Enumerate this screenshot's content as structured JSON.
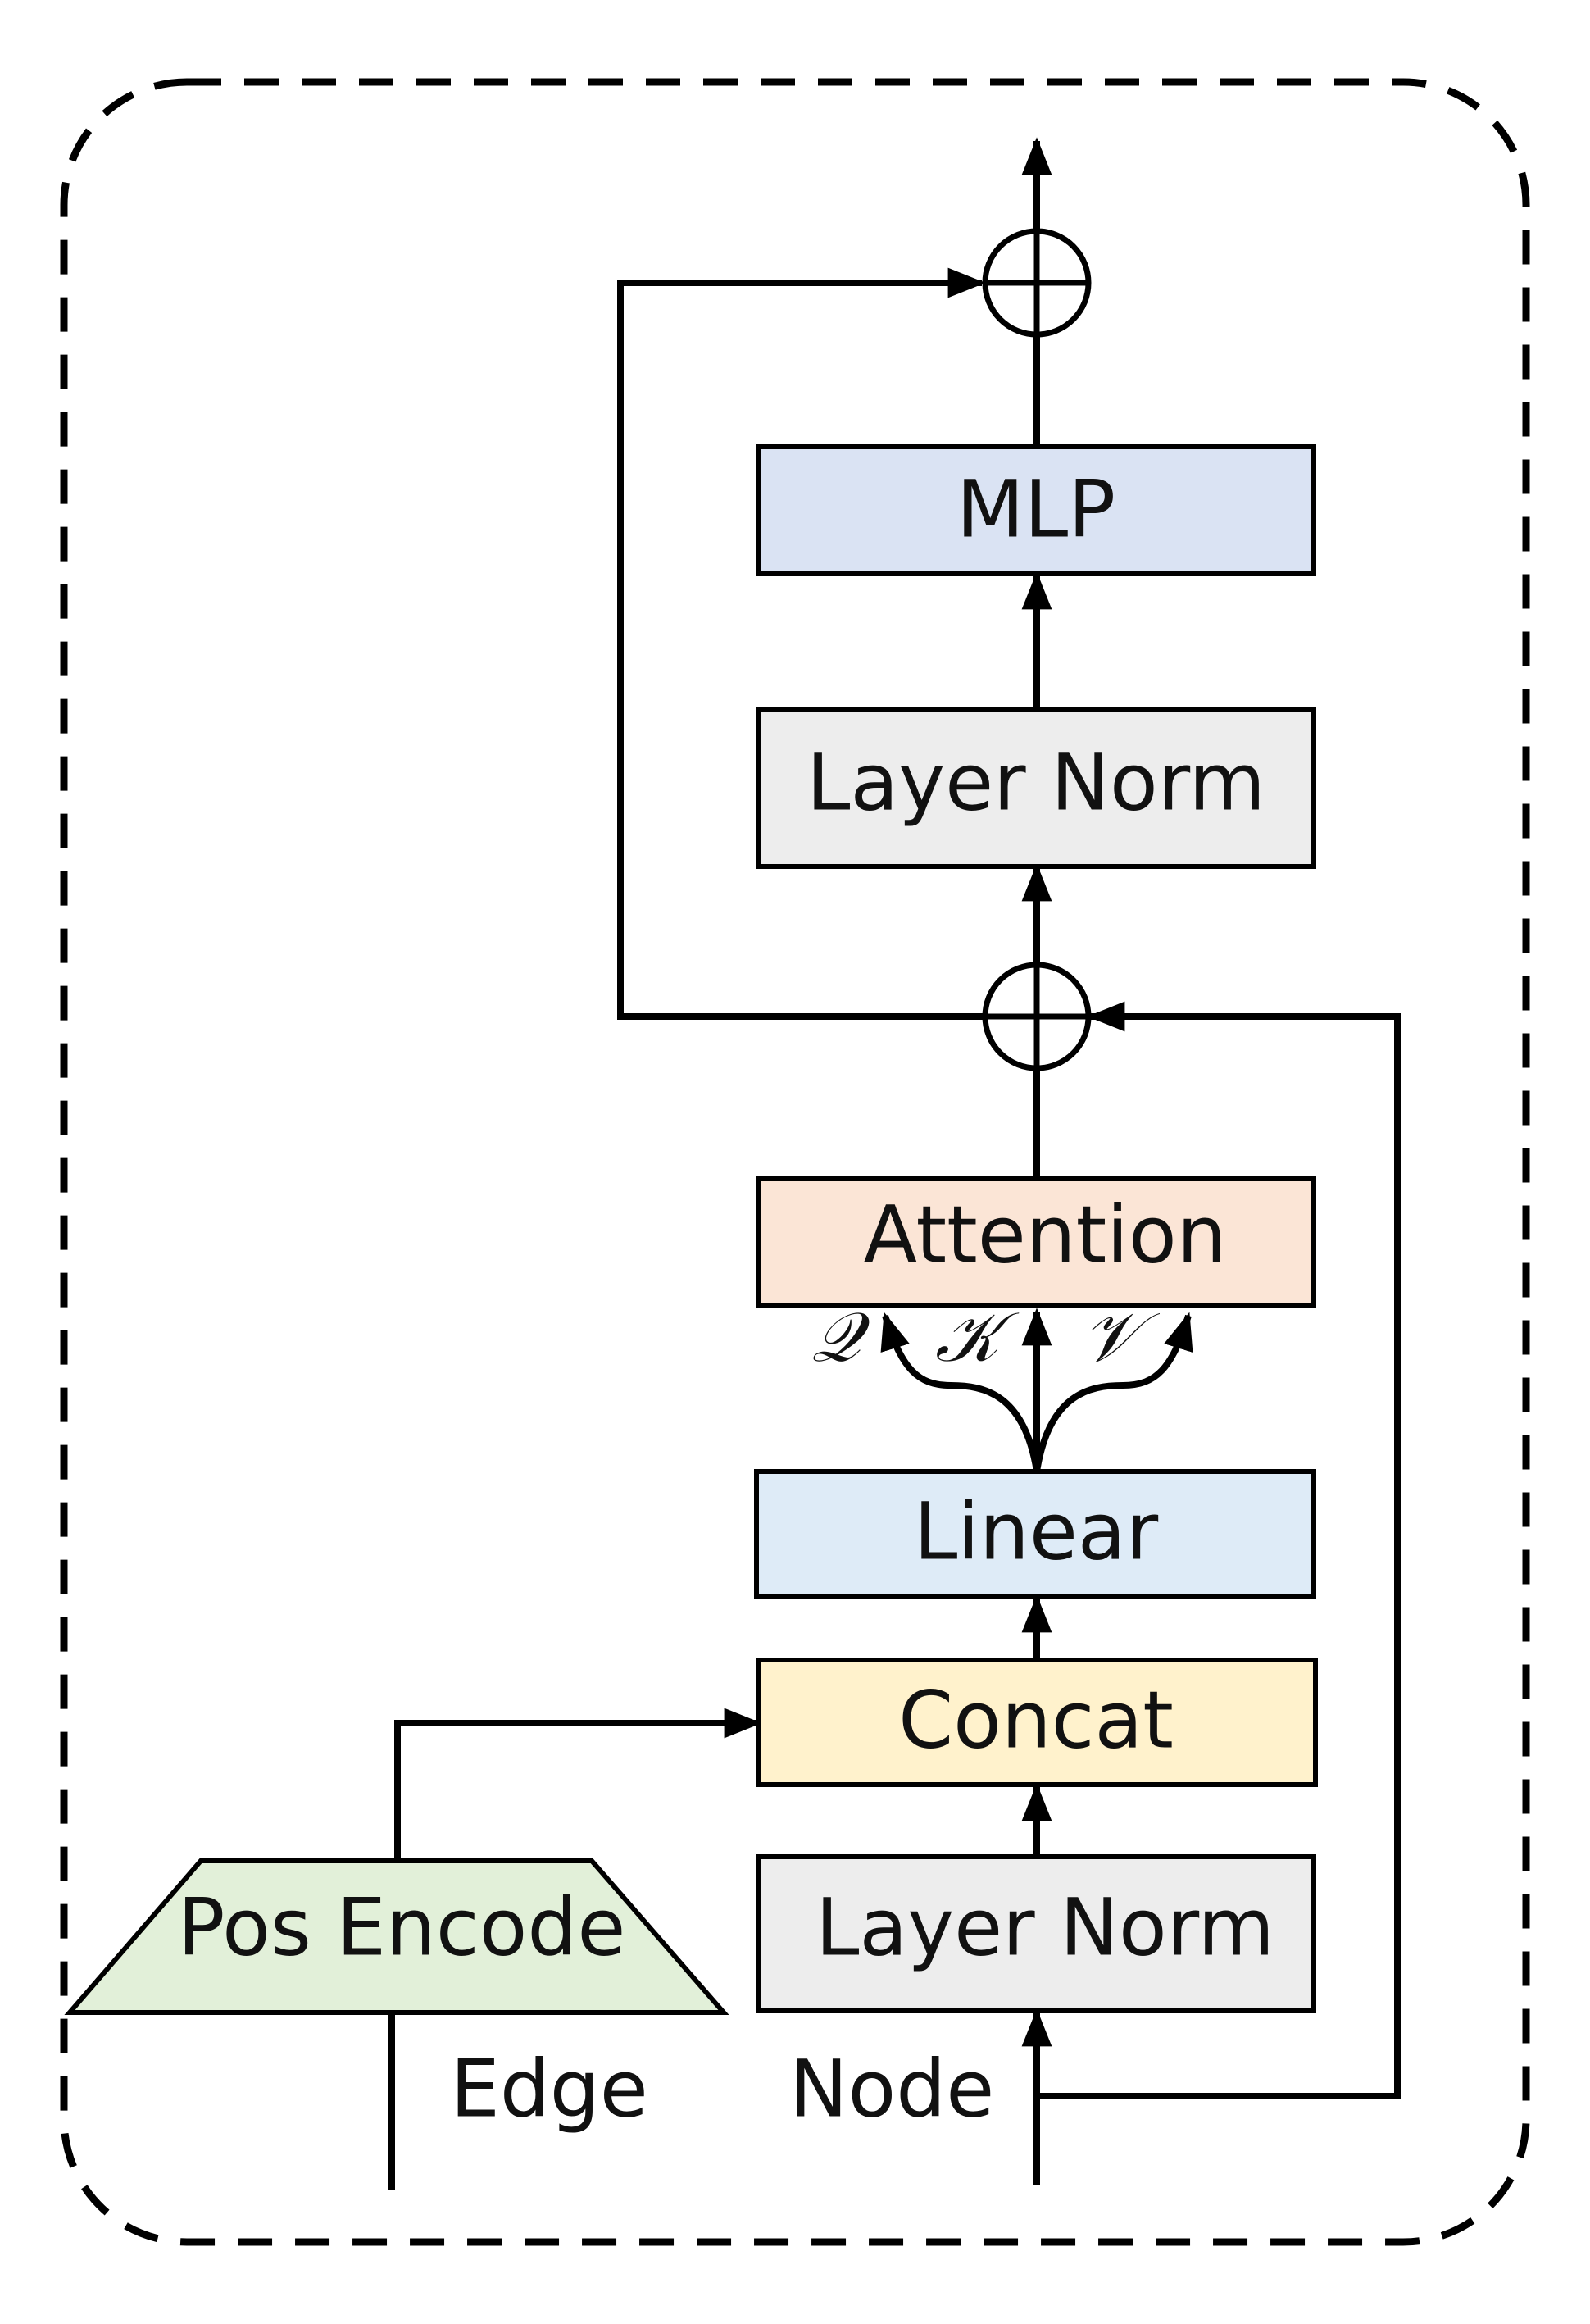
{
  "blocks": {
    "mlp": {
      "label": "MLP",
      "fill": "#DAE3F3"
    },
    "layer_norm_top": {
      "label": "Layer Norm",
      "fill": "#EDEDED"
    },
    "attention": {
      "label": "Attention",
      "fill": "#FBE5D6"
    },
    "linear": {
      "label": "Linear",
      "fill": "#DEEBF7"
    },
    "concat": {
      "label": "Concat",
      "fill": "#FFF2CC"
    },
    "layer_norm_bottom": {
      "label": "Layer Norm",
      "fill": "#EDEDED"
    },
    "pos_encode": {
      "label": "Pos Encode",
      "fill": "#E2F0D9"
    }
  },
  "qkv": {
    "q": "𝒬",
    "k": "𝒦",
    "v": "𝒱"
  },
  "inputs": {
    "edge": "Edge",
    "node": "Node"
  },
  "style": {
    "stroke": "#000000",
    "text": "#111111",
    "background": "#FFFFFF"
  },
  "icons": {
    "add": "circled-plus-icon",
    "arrow": "arrowhead-icon"
  }
}
